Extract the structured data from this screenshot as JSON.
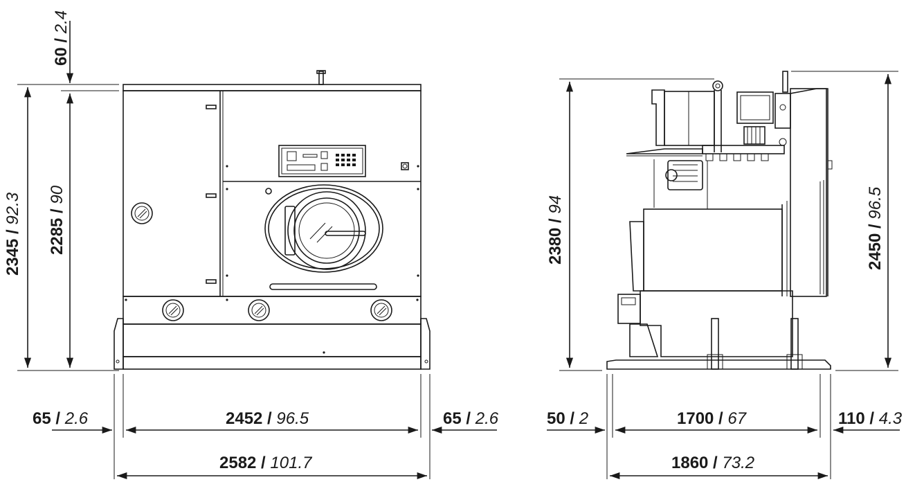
{
  "front_view": {
    "top_gap": {
      "metric": "60",
      "sep": " / ",
      "imperial": "2.4"
    },
    "overall_height": {
      "metric": "2345",
      "sep": " / ",
      "imperial": "92.3"
    },
    "body_height": {
      "metric": "2285",
      "sep": " / ",
      "imperial": "90"
    },
    "left_margin": {
      "metric": "65",
      "sep": " / ",
      "imperial": "2.6"
    },
    "body_width": {
      "metric": "2452",
      "sep": " / ",
      "imperial": "96.5"
    },
    "right_margin": {
      "metric": "65",
      "sep": " / ",
      "imperial": "2.6"
    },
    "overall_width": {
      "metric": "2582",
      "sep": " / ",
      "imperial": "101.7"
    }
  },
  "side_view": {
    "body_height": {
      "metric": "2380",
      "sep": " / ",
      "imperial": "94"
    },
    "overall_height": {
      "metric": "2450",
      "sep": " / ",
      "imperial": "96.5"
    },
    "left_margin": {
      "metric": "50",
      "sep": " / ",
      "imperial": "2"
    },
    "body_depth": {
      "metric": "1700",
      "sep": " / ",
      "imperial": "67"
    },
    "right_margin": {
      "metric": "110",
      "sep": " / ",
      "imperial": "4.3"
    },
    "overall_depth": {
      "metric": "1860",
      "sep": " / ",
      "imperial": "73.2"
    }
  },
  "colors": {
    "line": "#1a1a1a",
    "background": "#ffffff"
  }
}
